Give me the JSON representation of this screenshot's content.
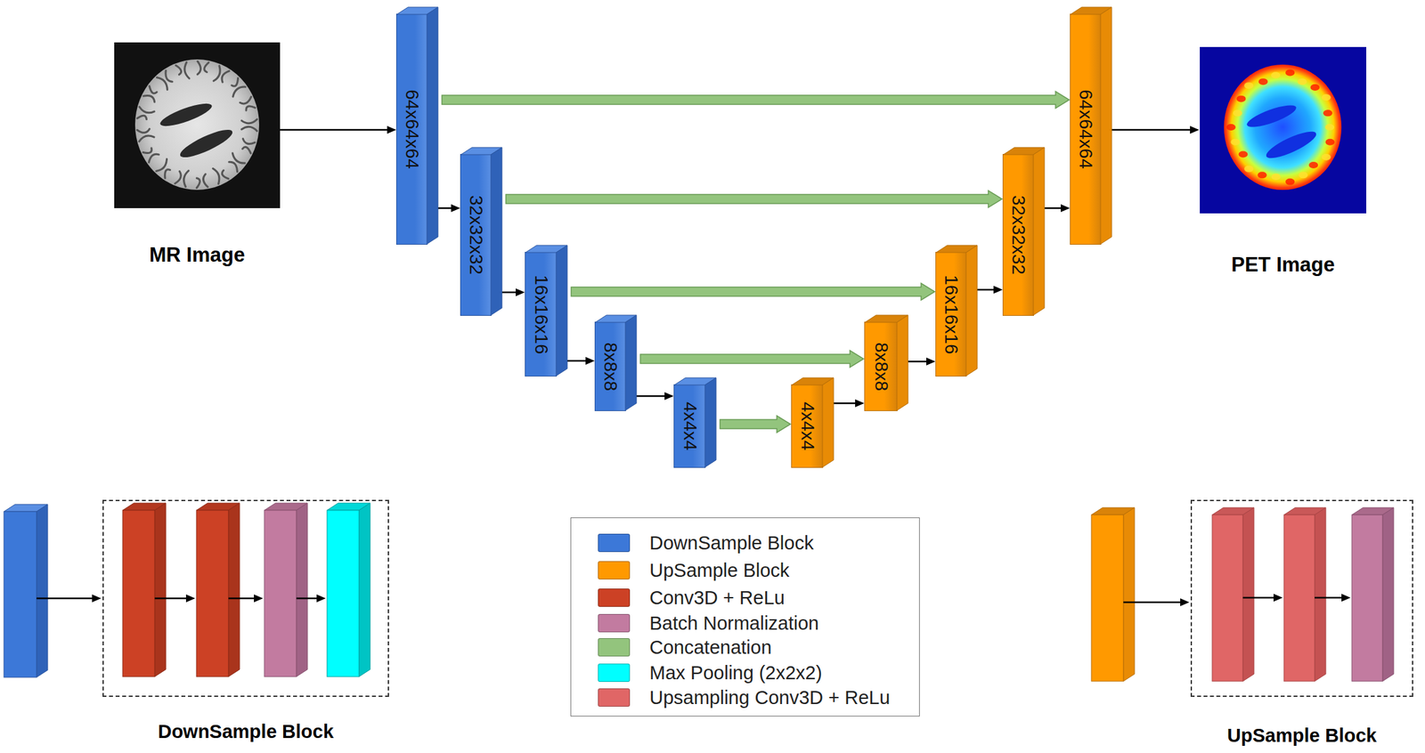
{
  "diagram": {
    "nodes": [
      {
        "text": [
          "MR Image"
        ]
      },
      {
        "text": [
          "64x64x64"
        ]
      },
      {
        "text": [
          "32x32x32"
        ]
      },
      {
        "text": [
          "16x16x16"
        ]
      },
      {
        "text": [
          "8x8x8"
        ]
      },
      {
        "text": [
          "4x4x4"
        ]
      },
      {
        "text": [
          "4x4x4"
        ]
      },
      {
        "text": [
          "8x8x8"
        ]
      },
      {
        "text": [
          "16x16x16"
        ]
      },
      {
        "text": [
          "32x32x32"
        ]
      },
      {
        "text": [
          "64x64x64"
        ]
      },
      {
        "text": [
          "PET Image"
        ]
      },
      {
        "text": [
          "DownSample Block"
        ]
      },
      {
        "text": [
          "UpSample Block"
        ]
      }
    ],
    "edges": [
      {
        "from": 0,
        "to": 1,
        "arrow": "to"
      },
      {
        "from": 1,
        "to": 2,
        "arrow": "to"
      },
      {
        "from": 2,
        "to": 3,
        "arrow": "to"
      },
      {
        "from": 3,
        "to": 4,
        "arrow": "to"
      },
      {
        "from": 4,
        "to": 5,
        "arrow": "to"
      },
      {
        "from": 5,
        "to": 6,
        "arrow": "to"
      },
      {
        "from": 6,
        "to": 7,
        "arrow": "to"
      },
      {
        "from": 7,
        "to": 8,
        "arrow": "to"
      },
      {
        "from": 8,
        "to": 9,
        "arrow": "to"
      },
      {
        "from": 9,
        "to": 10,
        "arrow": "to"
      },
      {
        "from": 10,
        "to": 11,
        "arrow": "to"
      },
      {
        "from": 1,
        "to": 10,
        "arrow": "to"
      },
      {
        "from": 2,
        "to": 9,
        "arrow": "to"
      },
      {
        "from": 3,
        "to": 8,
        "arrow": "to"
      },
      {
        "from": 4,
        "to": 7,
        "arrow": "to"
      }
    ],
    "legend": [
      {
        "text": "DownSample Block",
        "color": "#3c78d8"
      },
      {
        "text": "UpSample Block",
        "color": "#ff9900"
      },
      {
        "text": "Conv3D + ReLu",
        "color": "#cc4125"
      },
      {
        "text": "Batch Normalization",
        "color": "#c27ba0"
      },
      {
        "text": "Concatenation",
        "color": "#93c47d"
      },
      {
        "text": "Max Pooling (2x2x2)",
        "color": "#00ffff"
      },
      {
        "text": "Upsampling Conv3D + ReLu",
        "color": "#e06666"
      }
    ]
  }
}
